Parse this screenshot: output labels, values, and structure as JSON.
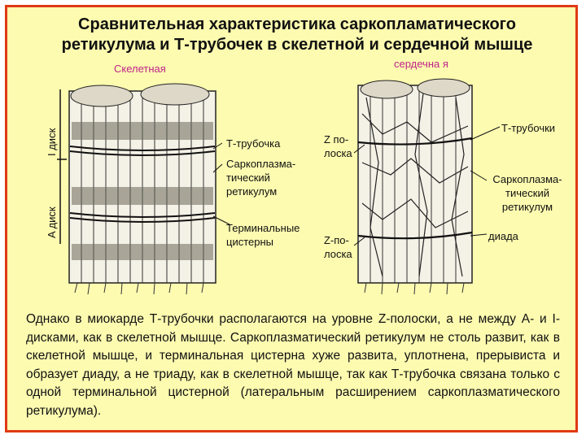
{
  "title": "Сравнительная характеристика саркопламатического ретикулума и Т-трубочек в скелетной и сердечной мышце",
  "labels": {
    "skeletal": "Скелетная",
    "cardiac": "сердечна я",
    "i_disc": "I диск",
    "a_disc": "A диск",
    "t_tubule": "Т-трубочка",
    "z_line_top": "Z по- лоска",
    "sr_left": "Саркоплазма- тический ретикулум",
    "terminal_cisterns": "Терминальные цистерны",
    "z_line_bottom": "Z-по- лоска",
    "t_tubules": "Т-трубочки",
    "sr_right": "Саркоплазма- тический ретикулум",
    "dyad": "диада"
  },
  "description": "Однако в миокарде Т-трубочки располагаются на уровне Z-полоски, а не между А- и I- дисками, как в скелетной мышце. Саркоплазматический ретикулум не столь развит, как в скелетной мышце, и терминальная цистерна хуже развита, уплотнена, прерывиста и образует диаду, а не триаду, как в скелетной мышце, так как Т-трубочка связана только с одной терминальной цистерной (латеральным расширением саркоплазматического ретикулума).",
  "colors": {
    "frame_border": "#e03a14",
    "background": "#fdfbb0",
    "label_accent": "#c0238a"
  }
}
